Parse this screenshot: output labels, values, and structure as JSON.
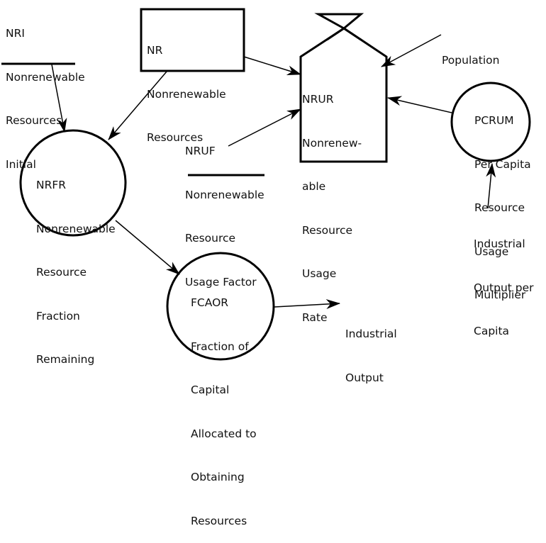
{
  "nodes": {
    "nri": {
      "type": "constant",
      "lines": [
        "NRI",
        "Nonrenewable",
        "Resources",
        "Initial"
      ]
    },
    "nr": {
      "type": "level",
      "lines": [
        "NR",
        "Nonrenewable",
        "Resources"
      ]
    },
    "nrur": {
      "type": "rate",
      "lines": [
        "NRUR",
        "Nonrenew-",
        "able",
        "Resource",
        "Usage",
        "Rate"
      ]
    },
    "population": {
      "type": "external",
      "lines": [
        "Population"
      ]
    },
    "pcrum": {
      "type": "auxiliary",
      "lines": [
        "PCRUM",
        "Per Capita",
        "Resource",
        "Usage",
        "Multiplier"
      ]
    },
    "nruf": {
      "type": "constant",
      "lines": [
        "NRUF",
        "Nonrenewable",
        "Resource",
        "Usage Factor"
      ]
    },
    "nrfr": {
      "type": "auxiliary",
      "lines": [
        "NRFR",
        "Nonrenewable",
        "Resource",
        "Fraction",
        "Remaining"
      ]
    },
    "iopc": {
      "type": "external",
      "lines": [
        "Industrial",
        "Output per",
        "Capita"
      ]
    },
    "fcaor": {
      "type": "auxiliary",
      "lines": [
        "FCAOR",
        "Fraction of",
        "Capital",
        "Allocated to",
        "Obtaining",
        "Resources"
      ]
    },
    "io": {
      "type": "external",
      "lines": [
        "Industrial",
        "Output"
      ]
    }
  },
  "edges": [
    {
      "from": "NRI",
      "to": "NRFR"
    },
    {
      "from": "NR",
      "to": "NRFR"
    },
    {
      "from": "NR",
      "to": "NRUR"
    },
    {
      "from": "NRUF",
      "to": "NRUR"
    },
    {
      "from": "Population",
      "to": "NRUR"
    },
    {
      "from": "PCRUM",
      "to": "NRUR"
    },
    {
      "from": "Industrial Output per Capita",
      "to": "PCRUM"
    },
    {
      "from": "NRFR",
      "to": "FCAOR"
    },
    {
      "from": "FCAOR",
      "to": "Industrial Output"
    }
  ]
}
